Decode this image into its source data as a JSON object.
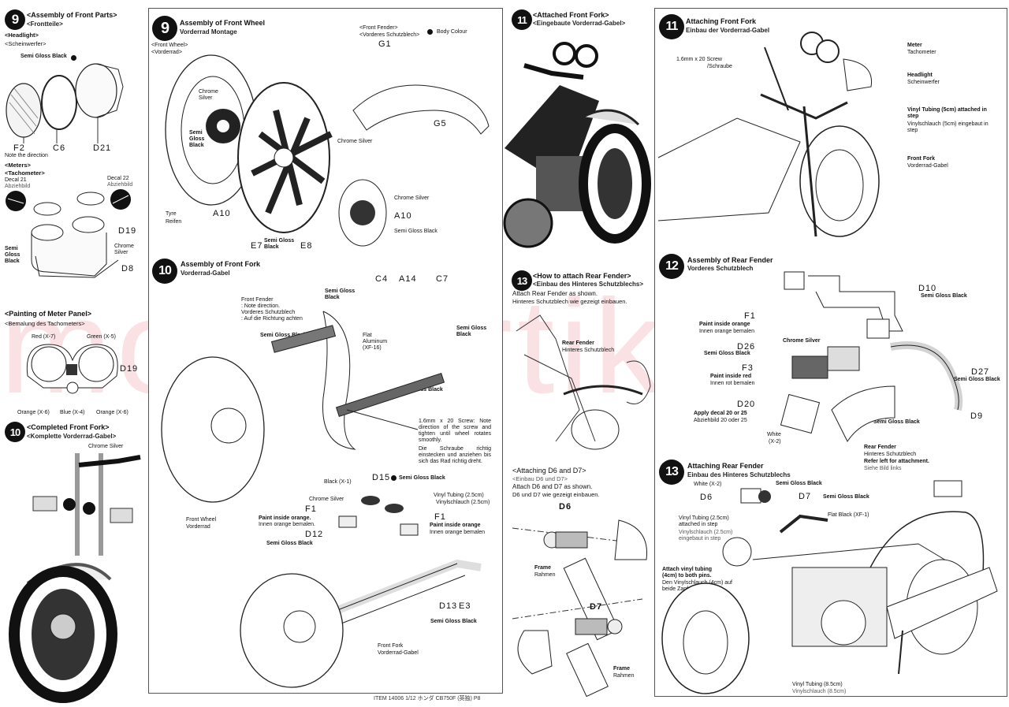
{
  "watermark": "modelartikl.cz",
  "col1": {
    "step9": {
      "num": "9",
      "title": "<Assembly of Front Parts>",
      "title_de": "<Frontteile>",
      "headlight": "<Headlight>",
      "headlight_de": "<Scheinwerfer>",
      "paint_semi": "Semi Gloss Black",
      "parts": [
        "F2",
        "C6",
        "D21"
      ],
      "note": "Note the direction",
      "meters": "<Meters>",
      "meters_de": "<Tachometer>",
      "decal21": "Decal 21",
      "decal21_de": "Abziehbild",
      "decal22": "Decal 22",
      "decal22_de": "Abziehbild",
      "d19": "D19",
      "d8": "D8",
      "semi_gloss_black_stack": "Semi Gloss Black",
      "chrome_silver": "Chrome Silver"
    },
    "painting": {
      "title": "<Painting of Meter Panel>",
      "title_de": "<Bemalung des Tachometers>",
      "red": "Red (X-7)",
      "green": "Green (X-5)",
      "d19": "D19",
      "orange_left": "Orange (X-6)",
      "blue": "Blue (X-4)",
      "orange_right": "Orange (X-6)"
    },
    "step10": {
      "num": "10",
      "title": "<Completed Front Fork>",
      "title_de": "<Komplette Vorderrad-Gabel>",
      "chrome": "Chrome Silver"
    }
  },
  "col2": {
    "step9": {
      "num": "9",
      "title": "Assembly of Front Wheel",
      "title_de": "Vorderrad Montage",
      "front_wheel": "<Front Wheel>",
      "front_wheel_de": "<Vorderrad>",
      "front_fender": "<Front Fender>",
      "front_fender_de": "<Vorderes Schutzblech>",
      "body_colour": "Body Colour",
      "g1": "G1",
      "g5": "G5",
      "chrome_silver_a": "Chrome Silver",
      "semi_gloss_black_a": "Semi Gloss Black",
      "chrome_silver_b": "Chrome Silver",
      "chrome_silver_c": "Chrome Silver",
      "a10_left": "A10",
      "a10_right": "A10",
      "tyre": "Tyre",
      "tyre_de": "Reifen",
      "e7": "E7",
      "e8": "E8",
      "semi_gloss_black_b": "Semi Gloss Black",
      "semi_gloss_black_c": "Semi Gloss Black"
    },
    "step10": {
      "num": "10",
      "title": "Assembly of Front Fork",
      "title_de": "Vorderrad-Gabel",
      "c4": "C4",
      "a14": "A14",
      "c7": "C7",
      "semi_gloss_black_1": "Semi Gloss Black",
      "front_fender_note": "Front Fender\n: Note direction.\nVorderes Schutzblech\n: Auf die Richtung achten",
      "semi_gloss_black_2": "Semi Gloss Black",
      "flat_aluminum": "Flat Aluminum (XF-16)",
      "semi_gloss_black_3": "Semi Gloss Black",
      "semi_gloss_black_4": "Semi Gloss Black",
      "screw_note": "1.6mm x 20 Screw: Note direction of the screw and tighten until wheel rotates smoothly.",
      "screw_note_de": "Die Schraube richtig einstecken und anziehen bis sich das Rad richtig dreht.",
      "front_wheel": "Front Wheel",
      "front_wheel_de": "Vorderrad",
      "black_x1": "Black (X-1)",
      "d15": "D15",
      "semi_gloss_black_d15": "Semi Gloss Black",
      "chrome_silver": "Chrome Silver",
      "vinyl": "Vinyl Tubing (2.5cm)",
      "vinyl_de": "Vinylschlauch (2.5cm)",
      "f1_left": "F1",
      "paint_orange_left": "Paint inside orange.",
      "paint_orange_left_de": "Innen orange bemalen.",
      "f1_right": "F1",
      "paint_orange_right": "Paint inside orange",
      "paint_orange_right_de": "Innen orange bemalen",
      "d12": "D12",
      "semi_gloss_black_d12": "Semi Gloss Black",
      "d13": "D13",
      "e3": "E3",
      "semi_gloss_black_d13": "Semi Gloss Black",
      "front_fork": "Front Fork",
      "front_fork_de": "Vorderrad-Gabel"
    },
    "footer": "ITEM 14006 1/12 ホンダ CB750F (英独) P8"
  },
  "col3": {
    "step11": {
      "num": "11",
      "title": "<Attached Front Fork>",
      "title_de": "<Eingebaute Vorderrad-Gabel>"
    },
    "step13": {
      "num": "13",
      "title": "<How to attach Rear Fender>",
      "title_de": "<Einbau des Hinteres Schutzblechs>",
      "instr": "Attach Rear Fender as shown.",
      "instr_de": "Hinteres Schutzblech wie gezeigt einbauen.",
      "rear_fender": "Rear Fender",
      "rear_fender_de": "Hinteres Schutzblech"
    },
    "d6d7": {
      "title": "<Attaching D6 and D7>",
      "title_de": "<Einbau D6 und D7>",
      "instr": "Attach D6 and D7 as shown.",
      "instr_de": "D6 und D7 wie gezeigt einbauen.",
      "d6": "D6",
      "d7": "D7",
      "frame": "Frame",
      "frame_de": "Rahmen",
      "frame2": "Frame",
      "frame2_de": "Rahmen"
    }
  },
  "col4": {
    "step11": {
      "num": "11",
      "title": "Attaching Front Fork",
      "title_de": "Einbau der Vorderrad-Gabel",
      "screw": "1.6mm x 20 Screw",
      "screw_de": "/Schraube",
      "meter": "Meter",
      "meter_de": "Tachometer",
      "headlight": "Headlight",
      "headlight_de": "Scheinwerfer",
      "vinyl": "Vinyl Tubing (5cm) attached in step",
      "vinyl_de": "Vinylschlauch (5cm) eingebaut in step",
      "front_fork": "Front Fork",
      "front_fork_de": "Vorderrad-Gabel"
    },
    "step12": {
      "num": "12",
      "title": "Assembly of Rear Fender",
      "title_de": "Vorderes Schutzblech",
      "d10": "D10",
      "semi_gloss_black_d10": "Semi Gloss Black",
      "f1": "F1",
      "paint_orange": "Paint inside orange",
      "paint_orange_de": "Innen orange bemalen",
      "chrome_silver": "Chrome Silver",
      "d26": "D26",
      "semi_gloss_black_d26": "Semi Gloss Black",
      "f3": "F3",
      "paint_red": "Paint inside red",
      "paint_red_de": "Innen rot bemalen",
      "d27": "D27",
      "semi_gloss_black_d27": "Semi Gloss Black",
      "d20": "D20",
      "apply_decal": "Apply decal 20 or 25",
      "apply_decal_de": "Abziehbild 20 oder 25",
      "d9": "D9",
      "semi_gloss_black_d9": "Semi Gloss Black",
      "white": "White",
      "white_code": "(X-2)"
    },
    "step13": {
      "num": "13",
      "title": "Attaching Rear Fender",
      "title_de": "Einbau des Hinteres Schutzblechs",
      "rear_fender": "Rear Fender",
      "rear_fender_de": "Hinteres Schutzblech",
      "refer": "Refer left for attachment.",
      "refer_de": "Siehe Bild links",
      "white": "White (X-2)",
      "semi_gloss_black_d6": "Semi Gloss Black",
      "d6": "D6",
      "d7": "D7",
      "semi_gloss_black_d7": "Semi Gloss Black",
      "flat_black": "Flat Black (XF-1)",
      "vinyl25": "Vinyl Tubing (2.5cm) attached in step",
      "vinyl25_de": "Vinylschlauch (2.5cm) eingebaut in step",
      "vinyl4": "Attach vinyl tubing (4cm) to both pins.",
      "vinyl4_de": "Den Vinylschlauch (4cm) auf beide Zapfen stecken.",
      "vinyl85": "Vinyl Tubing (8.5cm)",
      "vinyl85_de": "Vinylschlauch (8.5cm)"
    }
  }
}
